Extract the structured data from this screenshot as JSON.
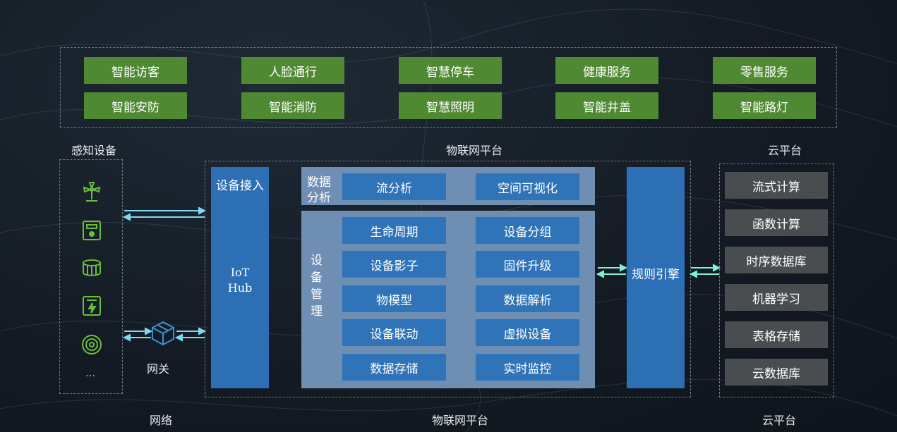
{
  "applications": [
    [
      "智能访客",
      "人脸通行",
      "智慧停车",
      "健康服务",
      "零售服务"
    ],
    [
      "智能安防",
      "智能消防",
      "智慧照明",
      "智能井盖",
      "智能路灯"
    ]
  ],
  "section_titles": {
    "sensing": "感知设备",
    "iot_platform": "物联网平台",
    "cloud": "云平台"
  },
  "bottom_labels": {
    "network": "网络",
    "iot_platform": "物联网平台",
    "cloud": "云平台"
  },
  "devices": [
    "windmill-icon",
    "meter-icon",
    "drum-icon",
    "power-icon",
    "target-icon"
  ],
  "devices_more": "…",
  "gateway_label": "网关",
  "device_access": {
    "title": "设备接入",
    "hub_line1": "IoT",
    "hub_line2": "Hub"
  },
  "data_analysis": {
    "title_line1": "数据",
    "title_line2": "分析",
    "items": [
      "流分析",
      "空间可视化"
    ]
  },
  "device_mgmt": {
    "title_chars": [
      "设",
      "备",
      "管",
      "理"
    ],
    "left": [
      "生命周期",
      "设备影子",
      "物模型",
      "设备联动",
      "数据存储"
    ],
    "right": [
      "设备分组",
      "固件升级",
      "数据解析",
      "虚拟设备",
      "实时监控"
    ]
  },
  "rules_engine": "规则引擎",
  "cloud_services": [
    "流式计算",
    "函数计算",
    "时序数据库",
    "机器学习",
    "表格存储",
    "云数据库"
  ],
  "colors": {
    "app_green": "#4f8a32",
    "module_blue": "#2d6fb5",
    "panel_blue": "#6f8eb3",
    "cloud_gray": "#4a4d50",
    "arrow_cyan": "#7fd8f0",
    "arrow_teal": "#7ef0d6"
  }
}
